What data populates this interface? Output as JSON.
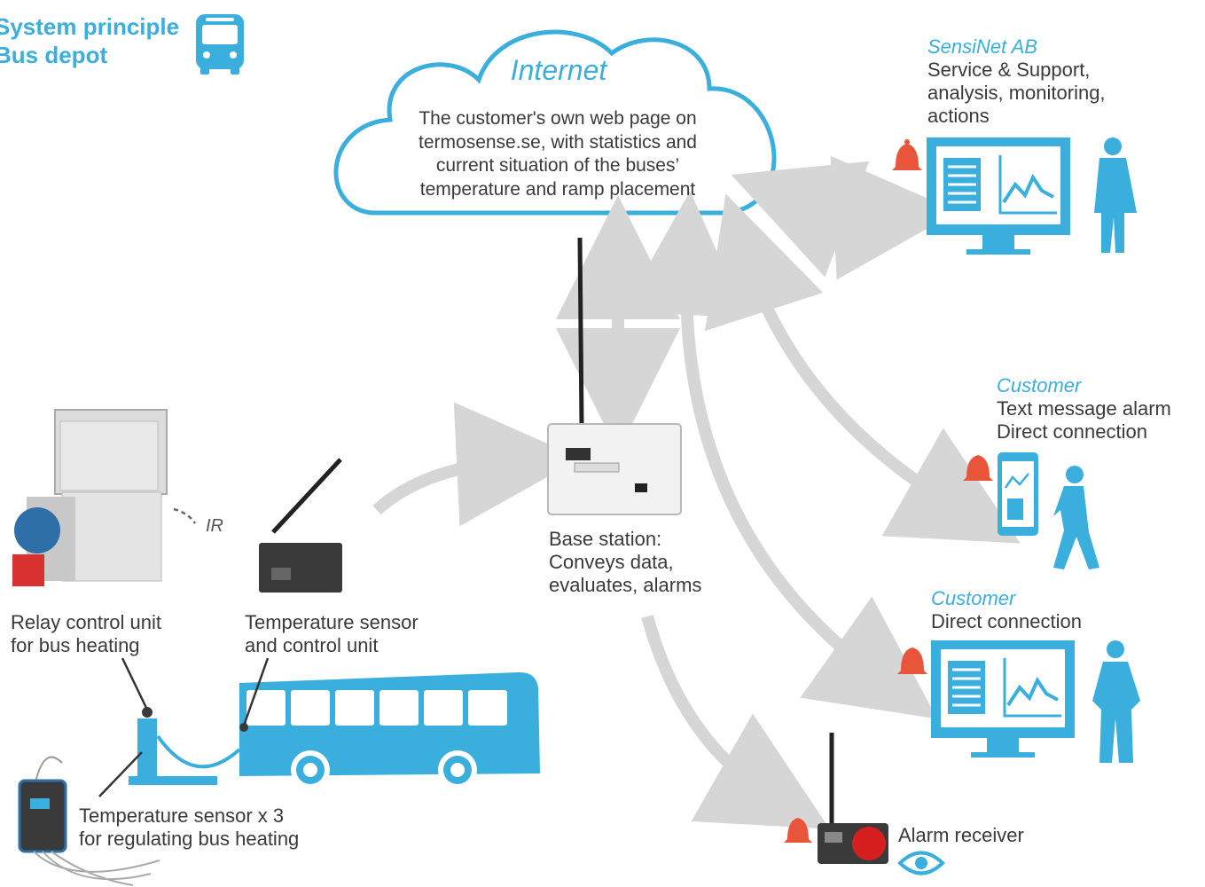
{
  "header": {
    "title_line1": "System principle",
    "title_line2": "Bus depot"
  },
  "cloud": {
    "title": "Internet",
    "body_lines": [
      "The customer's own web page on",
      "termosense.se, with statistics and",
      "current situation of the buses’",
      "temperature and ramp placement"
    ]
  },
  "sensinet": {
    "name": "SensiNet AB",
    "lines": [
      "Service & Support,",
      "analysis, monitoring,",
      "actions"
    ]
  },
  "customer_sms": {
    "name": "Customer",
    "lines": [
      "Text message alarm",
      "Direct connection"
    ]
  },
  "customer_direct": {
    "name": "Customer",
    "lines": [
      "Direct connection"
    ]
  },
  "base_station": {
    "lines": [
      "Base station:",
      "Conveys data,",
      "evaluates, alarms"
    ]
  },
  "relay": {
    "lines": [
      "Relay control unit",
      "for bus heating"
    ],
    "ir_label": "IR"
  },
  "temp_control": {
    "lines": [
      "Temperature sensor",
      "and control unit"
    ]
  },
  "temp_sensor": {
    "lines": [
      "Temperature sensor x 3",
      "for regulating bus heating"
    ]
  },
  "alarm_receiver": {
    "label": "Alarm receiver"
  },
  "colors": {
    "accent": "#3aaedc",
    "arrow": "#d6d6d6",
    "alarm": "#e8553a",
    "text": "#3a3a3a"
  },
  "icons": [
    "bus-icon",
    "monitor-icon",
    "phone-icon",
    "person-icon",
    "bell-icon",
    "eye-icon"
  ]
}
